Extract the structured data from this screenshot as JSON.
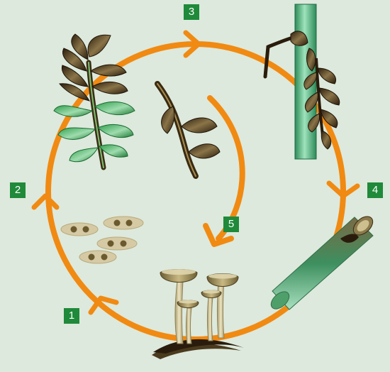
{
  "steps": [
    {
      "label": "1"
    },
    {
      "label": "2"
    },
    {
      "label": "3"
    },
    {
      "label": "4"
    },
    {
      "label": "5"
    }
  ],
  "colors": {
    "background": "#dde9dc",
    "cycle_arrow": "#f18a12",
    "badge": "#1f8a3a",
    "badge_text": "#ffffff",
    "leaf_green": "#2e9e4a",
    "diseased_brown": "#3b2a14",
    "stem_green": "#5fbf8a",
    "spore_tan": "#cdbf98",
    "mushroom_cap": "#9b8a55",
    "mushroom_stem": "#d8cfa6"
  }
}
